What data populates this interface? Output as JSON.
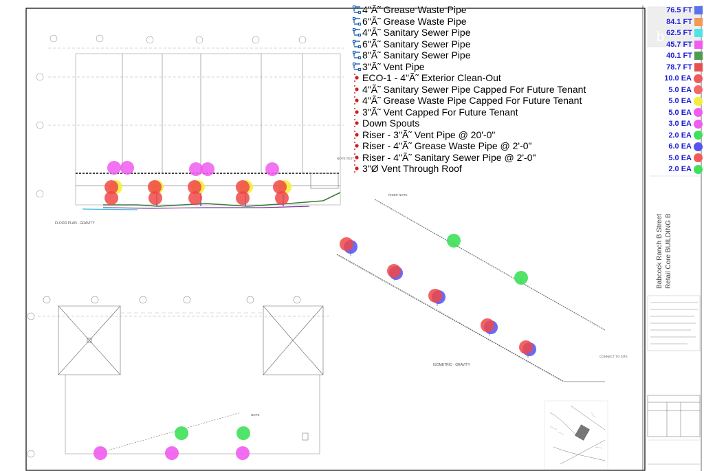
{
  "legend": [
    {
      "icon": "pipe-segment-icon",
      "label": "4\"Ã˜ Grease Waste Pipe",
      "qty": "76.5 FT",
      "color": "#5b73e8",
      "shape": "square"
    },
    {
      "icon": "pipe-segment-icon",
      "label": "6\"Ã˜ Grease Waste Pipe",
      "qty": "84.1 FT",
      "color": "#f39a57",
      "shape": "square"
    },
    {
      "icon": "pipe-segment-icon",
      "label": "4\"Ã˜ Sanitary Sewer Pipe",
      "qty": "62.5 FT",
      "color": "#4fe3e8",
      "shape": "square"
    },
    {
      "icon": "pipe-segment-icon",
      "label": "6\"Ã˜ Sanitary Sewer Pipe",
      "qty": "45.7 FT",
      "color": "#f05cf0",
      "shape": "square"
    },
    {
      "icon": "pipe-segment-icon",
      "label": "8\"Ã˜ Sanitary Sewer Pipe",
      "qty": "40.1 FT",
      "color": "#4f9b4f",
      "shape": "square"
    },
    {
      "icon": "pipe-segment-icon",
      "label": "3\"Ã˜ Vent Pipe",
      "qty": "78.7 FT",
      "color": "#e85050",
      "shape": "square"
    },
    {
      "icon": "count-marker-icon",
      "label": "ECO-1 - 4\"Ã˜ Exterior Clean-Out",
      "qty": "10.0 EA",
      "color": "#f05a5a",
      "shape": "circle"
    },
    {
      "icon": "count-marker-icon",
      "label": "4\"Ã˜ Sanitary Sewer Pipe Capped For Future Tenant",
      "qty": "5.0 EA",
      "color": "#f36868",
      "shape": "circle"
    },
    {
      "icon": "count-marker-icon",
      "label": "4\"Ã˜ Grease Waste Pipe Capped For Future Tenant",
      "qty": "5.0 EA",
      "color": "#f2ee3c",
      "shape": "circle"
    },
    {
      "icon": "count-marker-icon",
      "label": "3\"Ã˜ Vent Capped For Future Tenant",
      "qty": "5.0 EA",
      "color": "#f05cf0",
      "shape": "circle"
    },
    {
      "icon": "count-marker-icon",
      "label": "Down Spouts",
      "qty": "3.0 EA",
      "color": "#f05cf0",
      "shape": "circle"
    },
    {
      "icon": "count-marker-icon",
      "label": "Riser - 3\"Ã˜ Vent Pipe @ 20'-0\"",
      "qty": "2.0 EA",
      "color": "#3fe05a",
      "shape": "circle"
    },
    {
      "icon": "count-marker-icon",
      "label": "Riser - 4\"Ã˜ Grease Waste Pipe @ 2'-0\"",
      "qty": "6.0 EA",
      "color": "#5555ee",
      "shape": "circle"
    },
    {
      "icon": "count-marker-icon",
      "label": "Riser - 4\"Ã˜ Sanitary Sewer Pipe @ 2'-0\"",
      "qty": "5.0 EA",
      "color": "#f25a5a",
      "shape": "circle"
    },
    {
      "icon": "count-marker-icon",
      "label": "3\"Ø Vent Through Roof",
      "qty": "2.0 EA",
      "color": "#3fe05a",
      "shape": "circle"
    }
  ],
  "title_block": {
    "project_line1": "Babcock Ranch B Street",
    "project_line2": "Retail Core BUILDING B"
  },
  "colors": {
    "pink": "#f05cf0",
    "red": "#f04848",
    "yellow": "#f5ef3a",
    "green": "#3fe05a",
    "blue": "#5050f0"
  }
}
